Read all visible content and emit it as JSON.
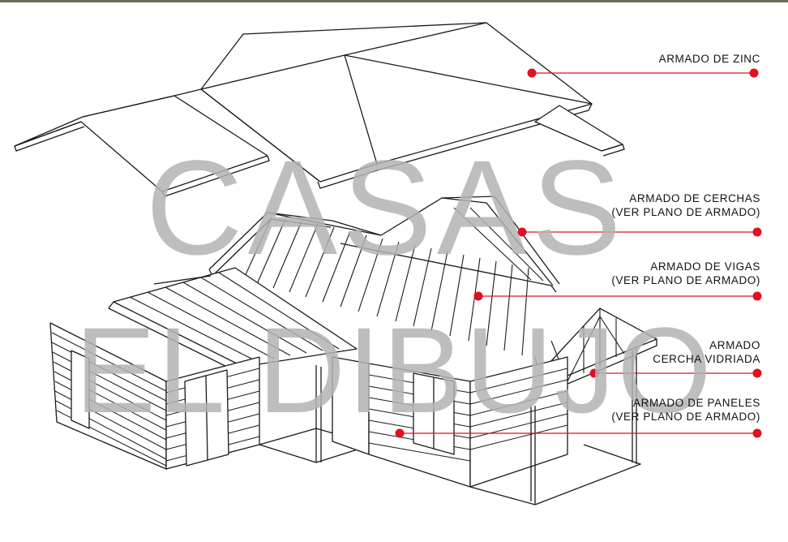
{
  "watermark": {
    "line1": "CASAS",
    "line2": "EL DIBUJO"
  },
  "colors": {
    "accent": "#e0101f",
    "line": "#1a1a1a",
    "watermark": "#b3b3b3"
  },
  "labels": {
    "zinc": {
      "line1": "ARMADO DE ZINC"
    },
    "cerchas": {
      "line1": "ARMADO DE CERCHAS",
      "line2": "(VER PLANO DE ARMADO)"
    },
    "vigas": {
      "line1": "ARMADO DE VIGAS",
      "line2": "(VER PLANO DE ARMADO)"
    },
    "vidriada": {
      "line1": "ARMADO",
      "line2": "CERCHA VIDRIADA"
    },
    "paneles": {
      "line1": "ARMADO DE PANELES",
      "line2": "(VER PLANO DE ARMADO)"
    }
  }
}
